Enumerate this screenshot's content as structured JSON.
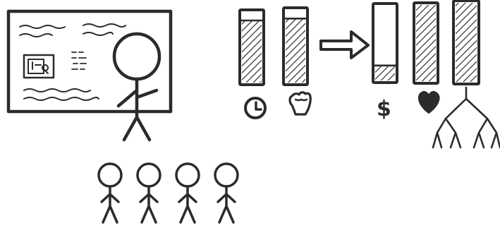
{
  "illustration": {
    "meters_before": [
      {
        "icon": "clock-icon",
        "level": 0.88
      },
      {
        "icon": "fist-icon",
        "level": 0.88
      }
    ],
    "meters_after": [
      {
        "icon": "dollar-icon",
        "symbol": "$",
        "level": 0.2
      },
      {
        "icon": "heart-icon",
        "level": 1.0
      },
      {
        "icon": "tree-icon",
        "level": 1.0
      }
    ],
    "audience_count": 4,
    "colors": {
      "ink": "#2b2b2b",
      "paper": "#ffffff"
    }
  }
}
